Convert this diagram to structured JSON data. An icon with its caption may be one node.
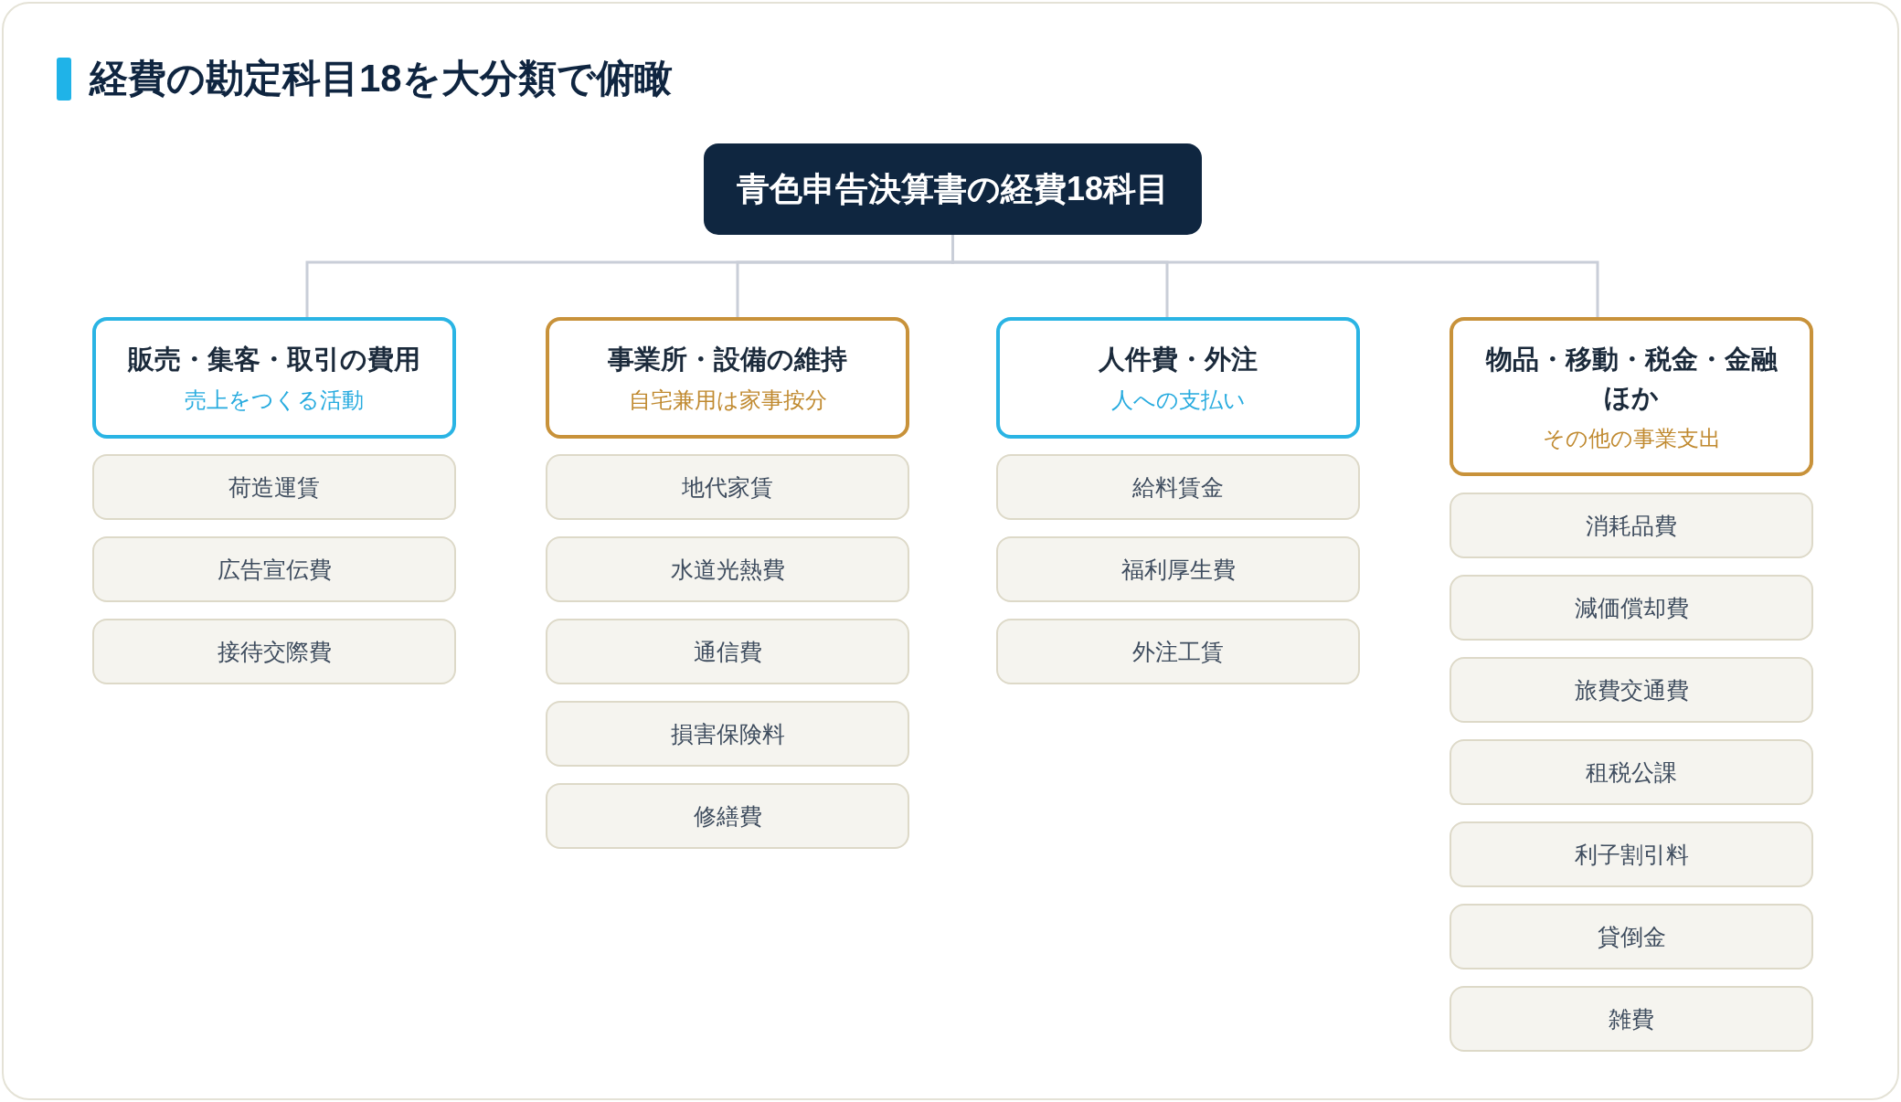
{
  "diagram": {
    "title": "経費の勘定科目18を大分類で俯瞰",
    "nodes": [
      {
        "text": [
          "青色申告決算書の経費18科目"
        ]
      },
      {
        "text": [
          "販売・集客・取引の費用",
          "売上をつくる活動"
        ]
      },
      {
        "text": [
          "荷造運賃"
        ]
      },
      {
        "text": [
          "広告宣伝費"
        ]
      },
      {
        "text": [
          "接待交際費"
        ]
      },
      {
        "text": [
          "事業所・設備の維持",
          "自宅兼用は家事按分"
        ]
      },
      {
        "text": [
          "地代家賃"
        ]
      },
      {
        "text": [
          "水道光熱費"
        ]
      },
      {
        "text": [
          "通信費"
        ]
      },
      {
        "text": [
          "損害保険料"
        ]
      },
      {
        "text": [
          "修繕費"
        ]
      },
      {
        "text": [
          "人件費・外注",
          "人への支払い"
        ]
      },
      {
        "text": [
          "給料賃金"
        ]
      },
      {
        "text": [
          "福利厚生費"
        ]
      },
      {
        "text": [
          "外注工賃"
        ]
      },
      {
        "text": [
          "物品・移動・税金・金融ほか",
          "その他の事業支出"
        ]
      },
      {
        "text": [
          "消耗品費"
        ]
      },
      {
        "text": [
          "減価償却費"
        ]
      },
      {
        "text": [
          "旅費交通費"
        ]
      },
      {
        "text": [
          "租税公課"
        ]
      },
      {
        "text": [
          "利子割引料"
        ]
      },
      {
        "text": [
          "貸倒金"
        ]
      },
      {
        "text": [
          "雑費"
        ]
      }
    ],
    "edges": [
      {
        "from": 0,
        "to": 1,
        "arrow": "none"
      },
      {
        "from": 0,
        "to": 5,
        "arrow": "none"
      },
      {
        "from": 0,
        "to": 11,
        "arrow": "none"
      },
      {
        "from": 0,
        "to": 15,
        "arrow": "none"
      }
    ]
  }
}
